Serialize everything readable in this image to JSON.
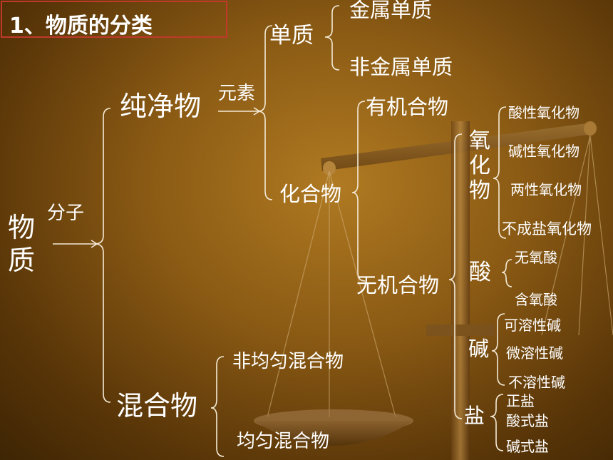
{
  "title": "1、物质的分类",
  "root": [
    "物",
    "质"
  ],
  "conn_root": "分子",
  "pure": "纯净物",
  "conn_pure": "元素",
  "mixture": "混合物",
  "elemental": "单质",
  "metal": "金属单质",
  "nonmetal": "非金属单质",
  "compound": "化合物",
  "organic": "有机合物",
  "inorganic": "无机合物",
  "oxide": [
    "氧",
    "化",
    "物"
  ],
  "oxide_types": [
    "酸性氧化物",
    "碱性氧化物",
    "两性氧化物",
    "不成盐氧化物"
  ],
  "acid": "酸",
  "acid_types": [
    "无氧酸",
    "含氧酸"
  ],
  "base": "碱",
  "base_types": [
    "可溶性碱",
    "微溶性碱",
    "不溶性碱"
  ],
  "salt": "盐",
  "salt_types": [
    "正盐",
    "酸式盐",
    "碱式盐"
  ],
  "mixture_types": [
    "非均匀混合物",
    "均匀混合物"
  ],
  "colors": {
    "text": "#ffffff",
    "title_border": "#c0392b",
    "background": "#8a5a14"
  }
}
